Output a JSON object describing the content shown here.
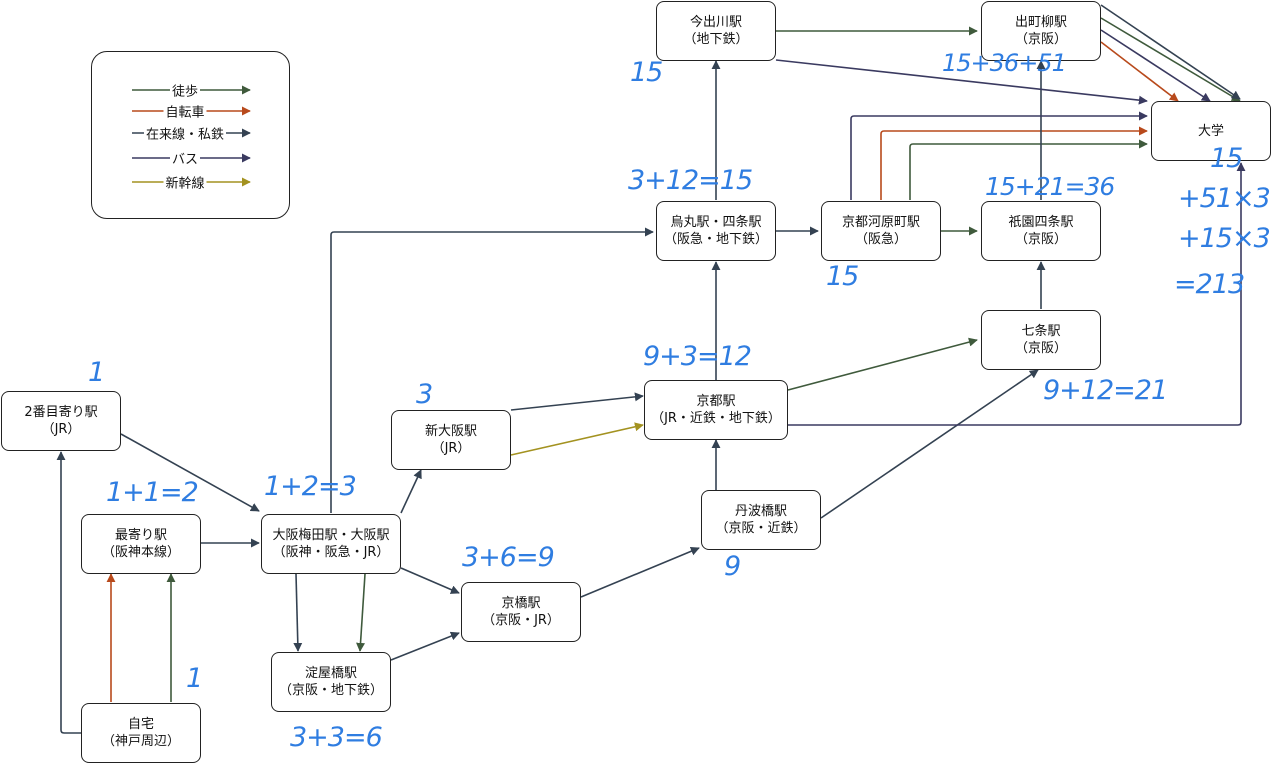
{
  "legend": {
    "items": [
      {
        "label": "徒歩",
        "color": "#3f5a3c"
      },
      {
        "label": "自転車",
        "color": "#b84a1c"
      },
      {
        "label": "在来線・私鉄",
        "color": "#344252"
      },
      {
        "label": "バス",
        "color": "#3a3a60"
      },
      {
        "label": "新幹線",
        "color": "#a39220"
      }
    ]
  },
  "nodes": {
    "imadegawa": {
      "line1": "今出川駅",
      "line2": "（地下鉄）"
    },
    "demachi": {
      "line1": "出町柳駅",
      "line2": "（京阪）"
    },
    "daigaku": {
      "line1": "大学",
      "line2": ""
    },
    "karasuma": {
      "line1": "烏丸駅・四条駅",
      "line2": "（阪急・地下鉄）"
    },
    "kawaramachi": {
      "line1": "京都河原町駅",
      "line2": "（阪急）"
    },
    "gion": {
      "line1": "祇園四条駅",
      "line2": "（京阪）"
    },
    "shichijo": {
      "line1": "七条駅",
      "line2": "（京阪）"
    },
    "kyoto": {
      "line1": "京都駅",
      "line2": "（JR・近鉄・地下鉄）"
    },
    "shinosaka": {
      "line1": "新大阪駅",
      "line2": "（JR）"
    },
    "niban": {
      "line1": "2番目寄り駅",
      "line2": "（JR）"
    },
    "moyori": {
      "line1": "最寄り駅",
      "line2": "（阪神本線）"
    },
    "umeda": {
      "line1": "大阪梅田駅・大阪駅",
      "line2": "（阪神・阪急・JR）"
    },
    "tanbabashi": {
      "line1": "丹波橋駅",
      "line2": "（京阪・近鉄）"
    },
    "kyobashi": {
      "line1": "京橋駅",
      "line2": "（京阪・JR）"
    },
    "yodoyabashi": {
      "line1": "淀屋橋駅",
      "line2": "（京阪・地下鉄）"
    },
    "jitaku": {
      "line1": "自宅",
      "line2": "（神戸周辺）"
    }
  },
  "annotations": {
    "imadegawa": "15",
    "demachi": "15+36+51",
    "karasuma": "3+12=15",
    "gion": "15+21=36",
    "kawaramachi": "15",
    "daigaku_1": "15",
    "daigaku_2": "+51×3",
    "daigaku_3": "+15×3",
    "daigaku_4": "=213",
    "kyoto": "9+3=12",
    "shichijo": "9+12=21",
    "shinosaka": "3",
    "niban": "1",
    "moyori": "1+1=2",
    "umeda": "1+2=3",
    "kyobashi": "3+6=9",
    "tanbabashi": "9",
    "jitaku": "1",
    "yodoyabashi": "3+3=6"
  }
}
